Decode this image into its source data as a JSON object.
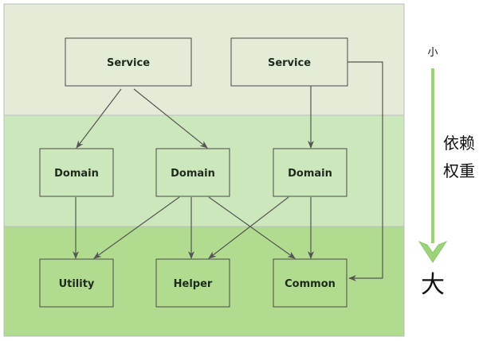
{
  "layers": [
    {
      "id": "service-layer",
      "fill": "#e2ecd6"
    },
    {
      "id": "domain-layer",
      "fill": "#cde7bd"
    },
    {
      "id": "base-layer",
      "fill": "#b1dc8f"
    }
  ],
  "nodes": {
    "service_1": "Service",
    "service_2": "Service",
    "domain_1": "Domain",
    "domain_2": "Domain",
    "domain_3": "Domain",
    "utility": "Utility",
    "helper": "Helper",
    "common": "Common"
  },
  "edges": [
    [
      "service_1",
      "domain_1"
    ],
    [
      "service_1",
      "domain_2"
    ],
    [
      "service_2",
      "domain_3"
    ],
    [
      "service_2",
      "common"
    ],
    [
      "domain_1",
      "utility"
    ],
    [
      "domain_2",
      "utility"
    ],
    [
      "domain_2",
      "helper"
    ],
    [
      "domain_2",
      "common"
    ],
    [
      "domain_3",
      "helper"
    ],
    [
      "domain_3",
      "common"
    ]
  ],
  "legend": {
    "top": "小",
    "middle_line1": "依赖",
    "middle_line2": "权重",
    "bottom": "大",
    "arrow_color": "#9bd27a"
  },
  "colors": {
    "node_stroke": "#4a4a4a",
    "edge": "#555555",
    "layer_border": "#bdbdbd"
  }
}
